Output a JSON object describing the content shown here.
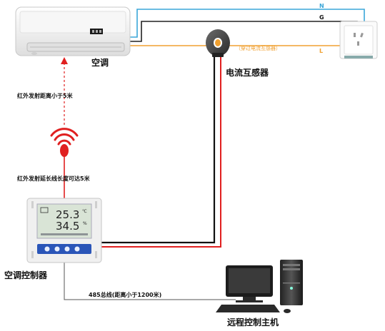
{
  "labels": {
    "ac_unit": "空调",
    "current_transformer": "电流互感器",
    "through_ct": "（穿过电流互感器）",
    "ir_distance": "红外发射距离小于5米",
    "ir_extension": "红外发射延长线长度可达5米",
    "ac_controller": "空调控制器",
    "bus": "485总线(距离小于1200米)",
    "remote_host": "远程控制主机"
  },
  "wires": {
    "n": "N",
    "g": "G",
    "l": "L"
  },
  "controller_display": {
    "temperature": "25.3",
    "temperature_unit": "℃",
    "humidity": "34.5",
    "humidity_unit": "%"
  },
  "colors": {
    "neutral_wire": "#3aa6d8",
    "ground_wire": "#222222",
    "live_wire": "#f0a030",
    "signal_red": "#e02020",
    "accent_blue": "#2a55b8"
  }
}
